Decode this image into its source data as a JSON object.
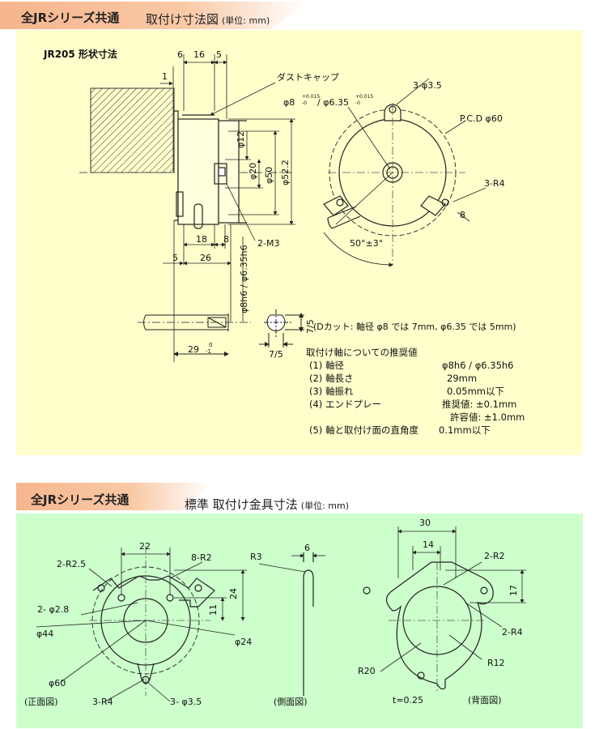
{
  "section1": {
    "tab_label": "全JRシリーズ共通",
    "title": "取付け寸法図",
    "unit": "(単位: mm)",
    "subtitle": "JR205 形状寸法",
    "labels": {
      "dust_cap": "ダストキャップ",
      "hole": "3-φ3.5",
      "shaft_dia_a": "φ8",
      "shaft_dia_a_tol_up": "+0.015",
      "shaft_dia_a_tol_lo": "-0",
      "shaft_dia_b": "/ φ6.35",
      "shaft_dia_b_tol_up": "+0.015",
      "shaft_dia_b_tol_lo": "-0",
      "pcd": "P.C.D φ60",
      "radius": "3-R4",
      "dim_8_right": "8",
      "angle": "50°±3°",
      "screw": "2-M3",
      "dim_6": "6",
      "dim_16": "16",
      "dim_5_top": "5",
      "dim_1": "1",
      "dim_12": "φ12",
      "dim_20": "φ20",
      "dim_50": "φ50",
      "dim_522": "φ52.2",
      "dim_18": "18",
      "dim_8": "8",
      "dim_5": "5",
      "dim_26": "26",
      "shaft_tol": "φ8h6 / φ6.35h6",
      "dim_29": "29",
      "dim_29_tol_up": "0",
      "dim_29_tol_lo": "-1",
      "dcut_v": "7/5",
      "dcut_h": "7/5",
      "dcut_note": "(Dカット: 軸径 φ8 では 7mm, φ6.35 では 5mm)"
    },
    "specs": {
      "heading": "取付け軸についての推奨値",
      "rows": [
        {
          "label": "(1) 軸径",
          "value": "φ8h6 / φ6.35h6"
        },
        {
          "label": "(2) 軸長さ",
          "value": "29mm"
        },
        {
          "label": "(3) 軸振れ",
          "value": "0.05mm以下"
        },
        {
          "label": "(4) エンドプレー",
          "value": "推奨値: ±0.1mm"
        },
        {
          "label": "",
          "value": "許容値: ±1.0mm"
        },
        {
          "label": "(5) 軸と取付け面の直角度",
          "value": "0.1mm以下"
        }
      ]
    }
  },
  "section2": {
    "tab_label": "全JRシリーズ共通",
    "title": "標準 取付け金具寸法",
    "unit": "(単位: mm)",
    "labels": {
      "dim_22": "22",
      "r25": "2-R2.5",
      "r2": "8-R2",
      "r3": "R3",
      "dim_6": "6",
      "phi28": "2- φ2.8",
      "dim_24_v": "24",
      "dim_11": "11",
      "phi44": "φ44",
      "phi24": "φ24",
      "phi60": "φ60",
      "r4": "3-R4",
      "hole35": "3- φ3.5",
      "front": "(正面図)",
      "side": "(側面図)",
      "back": "(背面図)",
      "thickness": "t=0.25",
      "dim_30": "30",
      "dim_14": "14",
      "r2b": "2-R2",
      "dim_17": "17",
      "r4b": "2-R4",
      "r12": "R12",
      "r20": "R20"
    }
  }
}
